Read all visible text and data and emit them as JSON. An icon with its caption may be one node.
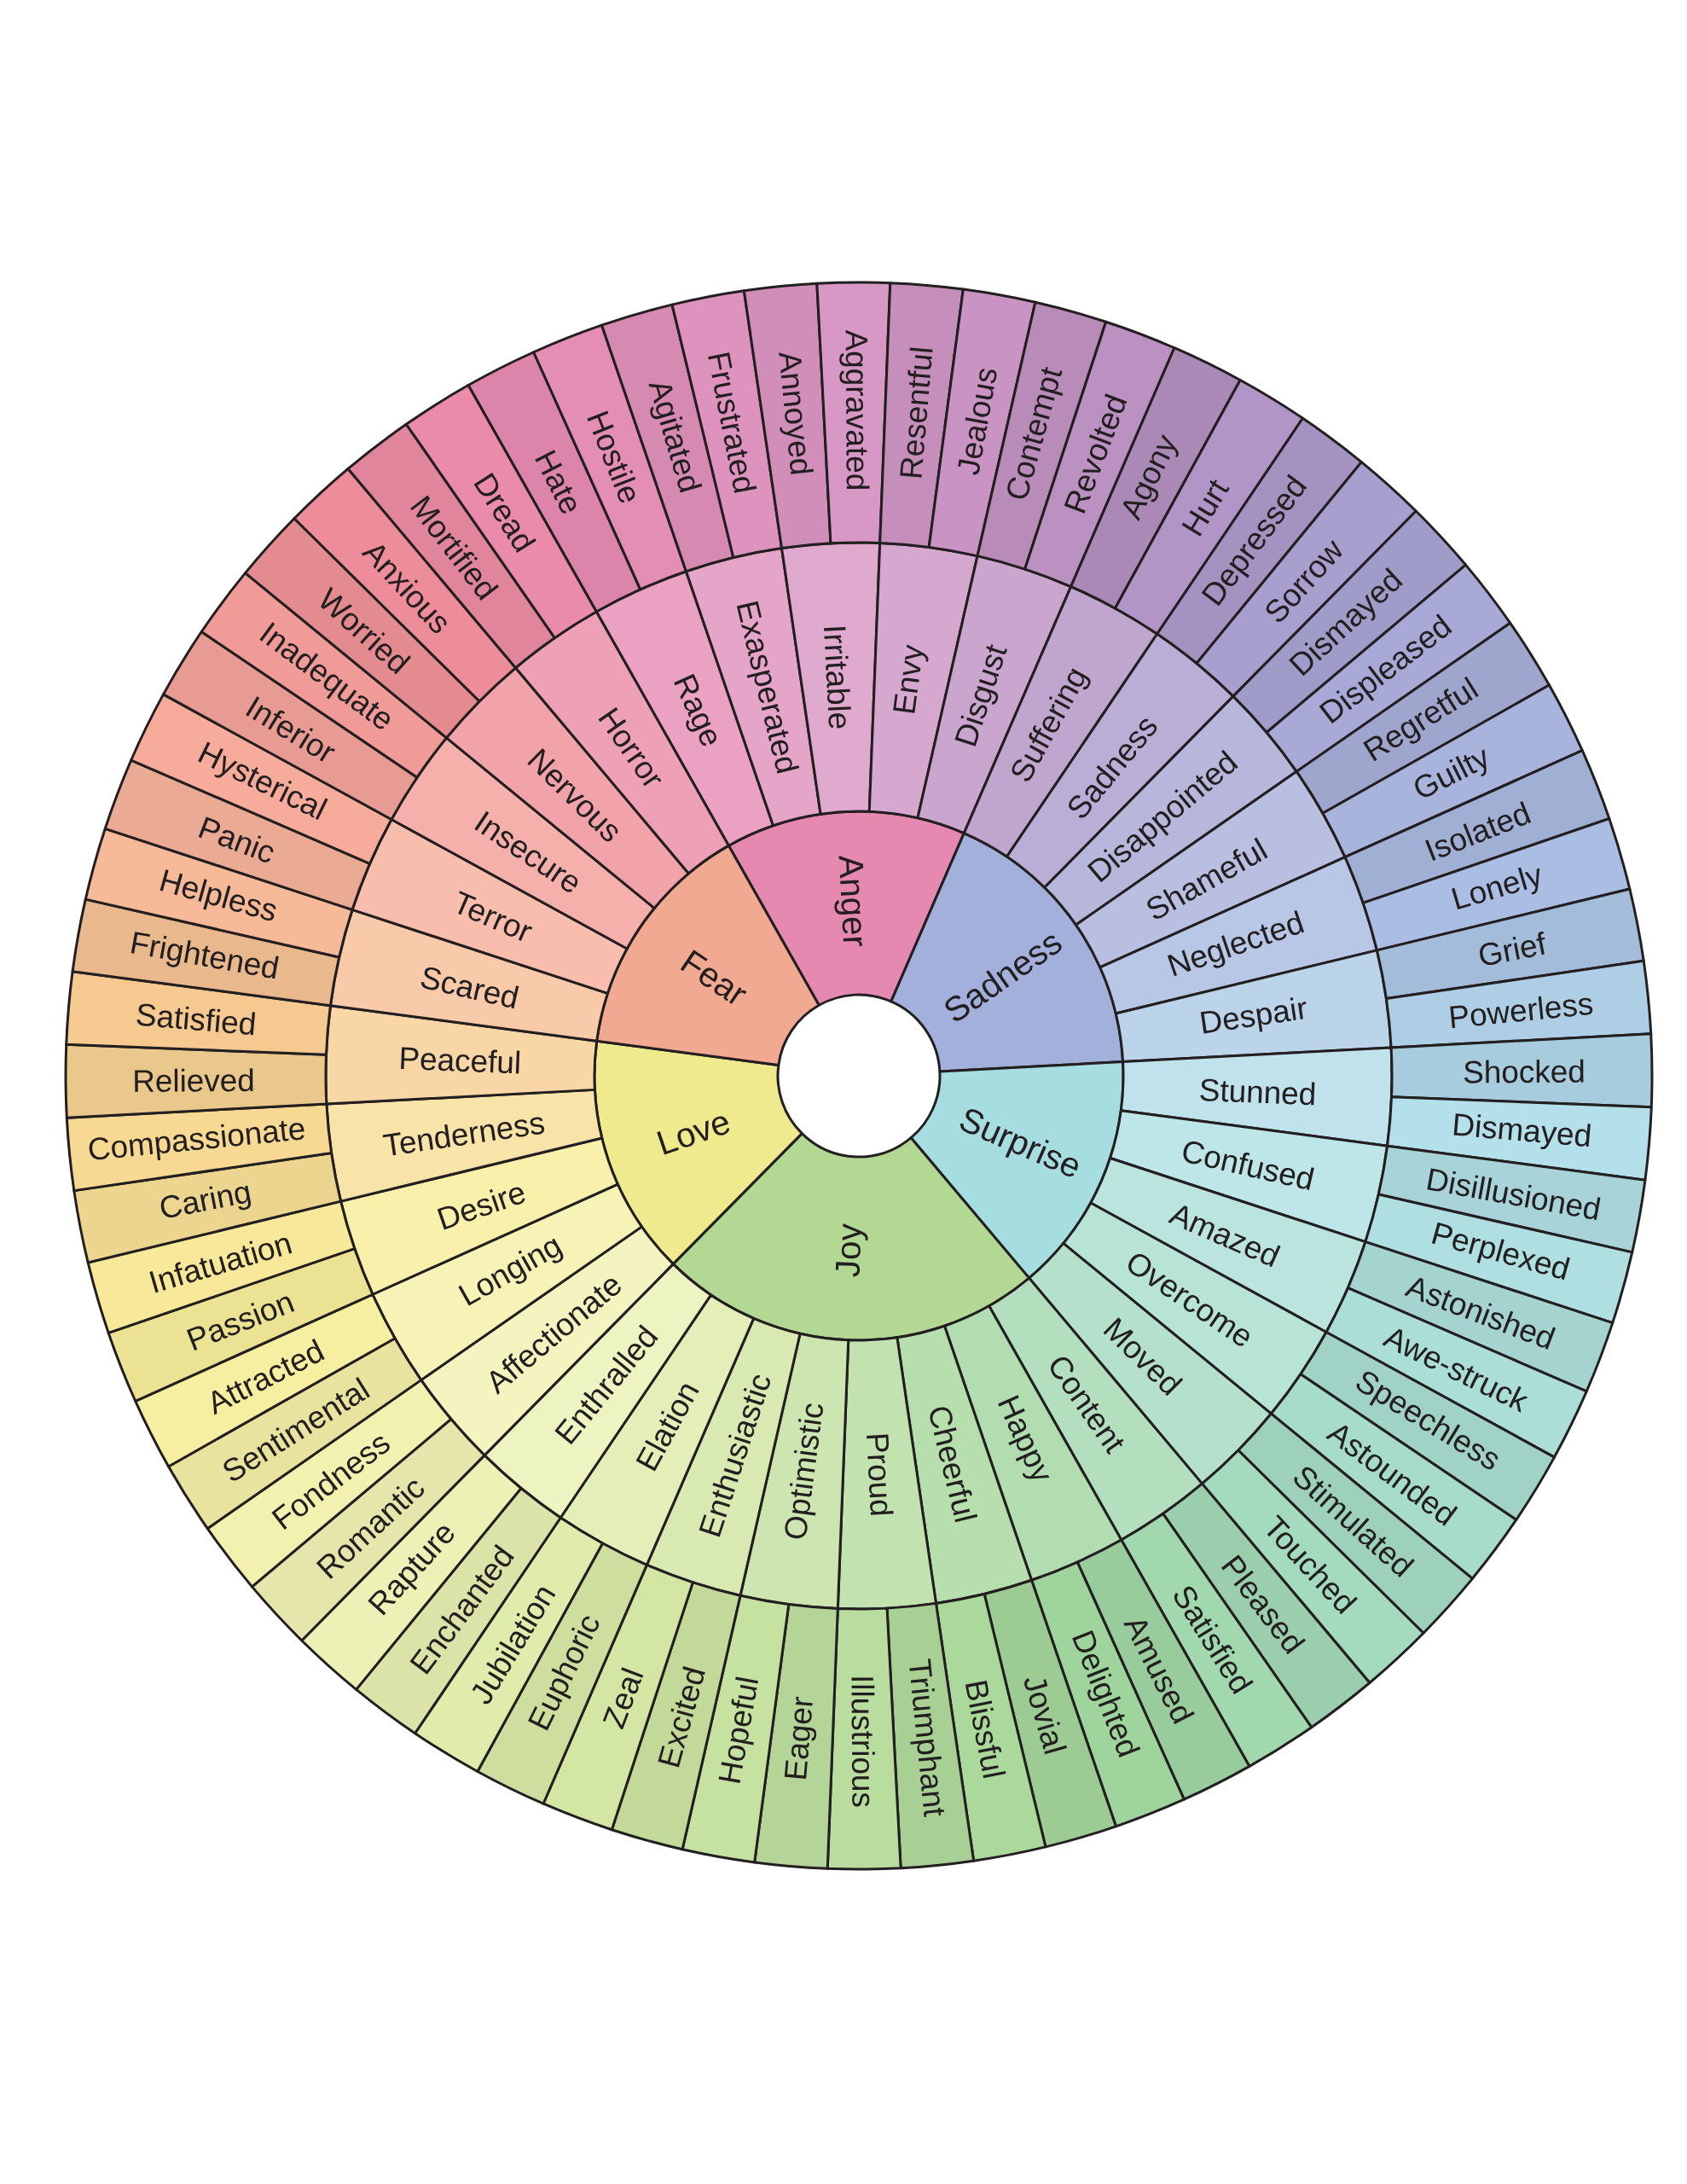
{
  "diagram": {
    "nodes": [
      {
        "text": [
          "Anger"
        ]
      },
      {
        "text": [
          "Sadness"
        ]
      },
      {
        "text": [
          "Surprise"
        ]
      },
      {
        "text": [
          "Joy"
        ]
      },
      {
        "text": [
          "Love"
        ]
      },
      {
        "text": [
          "Fear"
        ]
      },
      {
        "text": [
          "Rage"
        ]
      },
      {
        "text": [
          "Exasperated"
        ]
      },
      {
        "text": [
          "Irritable"
        ]
      },
      {
        "text": [
          "Envy"
        ]
      },
      {
        "text": [
          "Disgust"
        ]
      },
      {
        "text": [
          "Suffering"
        ]
      },
      {
        "text": [
          "Sadness"
        ]
      },
      {
        "text": [
          "Disappointed"
        ]
      },
      {
        "text": [
          "Shameful"
        ]
      },
      {
        "text": [
          "Neglected"
        ]
      },
      {
        "text": [
          "Despair"
        ]
      },
      {
        "text": [
          "Stunned"
        ]
      },
      {
        "text": [
          "Confused"
        ]
      },
      {
        "text": [
          "Amazed"
        ]
      },
      {
        "text": [
          "Overcome"
        ]
      },
      {
        "text": [
          "Moved"
        ]
      },
      {
        "text": [
          "Content"
        ]
      },
      {
        "text": [
          "Happy"
        ]
      },
      {
        "text": [
          "Cheerful"
        ]
      },
      {
        "text": [
          "Proud"
        ]
      },
      {
        "text": [
          "Optimistic"
        ]
      },
      {
        "text": [
          "Enthusiastic"
        ]
      },
      {
        "text": [
          "Elation"
        ]
      },
      {
        "text": [
          "Enthralled"
        ]
      },
      {
        "text": [
          "Affectionate"
        ]
      },
      {
        "text": [
          "Longing"
        ]
      },
      {
        "text": [
          "Desire"
        ]
      },
      {
        "text": [
          "Tenderness"
        ]
      },
      {
        "text": [
          "Peaceful"
        ]
      },
      {
        "text": [
          "Scared"
        ]
      },
      {
        "text": [
          "Terror"
        ]
      },
      {
        "text": [
          "Insecure"
        ]
      },
      {
        "text": [
          "Nervous"
        ]
      },
      {
        "text": [
          "Horror"
        ]
      },
      {
        "text": [
          "Hate"
        ]
      },
      {
        "text": [
          "Hostile"
        ]
      },
      {
        "text": [
          "Agitated"
        ]
      },
      {
        "text": [
          "Frustrated"
        ]
      },
      {
        "text": [
          "Annoyed"
        ]
      },
      {
        "text": [
          "Aggravated"
        ]
      },
      {
        "text": [
          "Resentful"
        ]
      },
      {
        "text": [
          "Jealous"
        ]
      },
      {
        "text": [
          "Contempt"
        ]
      },
      {
        "text": [
          "Revolted"
        ]
      },
      {
        "text": [
          "Agony"
        ]
      },
      {
        "text": [
          "Hurt"
        ]
      },
      {
        "text": [
          "Depressed"
        ]
      },
      {
        "text": [
          "Sorrow"
        ]
      },
      {
        "text": [
          "Dismayed"
        ]
      },
      {
        "text": [
          "Displeased"
        ]
      },
      {
        "text": [
          "Regretful"
        ]
      },
      {
        "text": [
          "Guilty"
        ]
      },
      {
        "text": [
          "Isolated"
        ]
      },
      {
        "text": [
          "Lonely"
        ]
      },
      {
        "text": [
          "Grief"
        ]
      },
      {
        "text": [
          "Powerless"
        ]
      },
      {
        "text": [
          "Shocked"
        ]
      },
      {
        "text": [
          "Dismayed"
        ]
      },
      {
        "text": [
          "Disillusioned"
        ]
      },
      {
        "text": [
          "Perplexed"
        ]
      },
      {
        "text": [
          "Astonished"
        ]
      },
      {
        "text": [
          "Awe-struck"
        ]
      },
      {
        "text": [
          "Speechless"
        ]
      },
      {
        "text": [
          "Astounded"
        ]
      },
      {
        "text": [
          "Stimulated"
        ]
      },
      {
        "text": [
          "Touched"
        ]
      },
      {
        "text": [
          "Pleased"
        ]
      },
      {
        "text": [
          "Satisfied"
        ]
      },
      {
        "text": [
          "Amused"
        ]
      },
      {
        "text": [
          "Delighted"
        ]
      },
      {
        "text": [
          "Jovial"
        ]
      },
      {
        "text": [
          "Blissful"
        ]
      },
      {
        "text": [
          "Triumphant"
        ]
      },
      {
        "text": [
          "Illustrious"
        ]
      },
      {
        "text": [
          "Eager"
        ]
      },
      {
        "text": [
          "Hopeful"
        ]
      },
      {
        "text": [
          "Excited"
        ]
      },
      {
        "text": [
          "Zeal"
        ]
      },
      {
        "text": [
          "Euphoric"
        ]
      },
      {
        "text": [
          "Jubilation"
        ]
      },
      {
        "text": [
          "Enchanted"
        ]
      },
      {
        "text": [
          "Rapture"
        ]
      },
      {
        "text": [
          "Romantic"
        ]
      },
      {
        "text": [
          "Fondness"
        ]
      },
      {
        "text": [
          "Sentimental"
        ]
      },
      {
        "text": [
          "Attracted"
        ]
      },
      {
        "text": [
          "Passion"
        ]
      },
      {
        "text": [
          "Infatuation"
        ]
      },
      {
        "text": [
          "Caring"
        ]
      },
      {
        "text": [
          "Compassionate"
        ]
      },
      {
        "text": [
          "Relieved"
        ]
      },
      {
        "text": [
          "Satisfied"
        ]
      },
      {
        "text": [
          "Frightened"
        ]
      },
      {
        "text": [
          "Helpless"
        ]
      },
      {
        "text": [
          "Panic"
        ]
      },
      {
        "text": [
          "Hysterical"
        ]
      },
      {
        "text": [
          "Inferior"
        ]
      },
      {
        "text": [
          "Inadequate"
        ]
      },
      {
        "text": [
          "Worried"
        ]
      },
      {
        "text": [
          "Anxious"
        ]
      },
      {
        "text": [
          "Mortified"
        ]
      },
      {
        "text": [
          "Dread"
        ]
      }
    ]
  }
}
